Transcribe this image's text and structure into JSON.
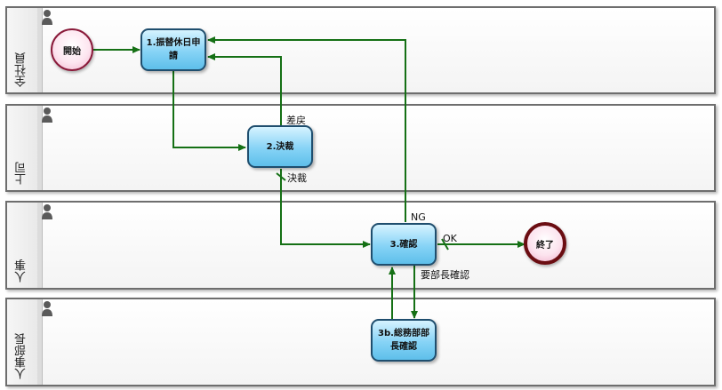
{
  "lanes": [
    {
      "label": "全社員"
    },
    {
      "label": "上司"
    },
    {
      "label": "人事"
    },
    {
      "label": "人事部長"
    }
  ],
  "events": {
    "start": {
      "label": "開始"
    },
    "end": {
      "label": "終了"
    }
  },
  "tasks": {
    "t1": {
      "line1": "1.振替休日申",
      "line2": "請"
    },
    "t2": {
      "line1": "2.決裁"
    },
    "t3": {
      "line1": "3.確認"
    },
    "t3b": {
      "line1": "3b.総務部部",
      "line2": "長確認"
    }
  },
  "flow_labels": {
    "reject": "差戻",
    "approve": "決裁",
    "ng": "NG",
    "ok": "OK",
    "need_manager": "要部長確認"
  },
  "colors": {
    "flow_line": "#157015",
    "task_border": "#1f4e6e",
    "lane_border": "#6e6e6e"
  },
  "icons": {
    "lane": "person-icon"
  }
}
